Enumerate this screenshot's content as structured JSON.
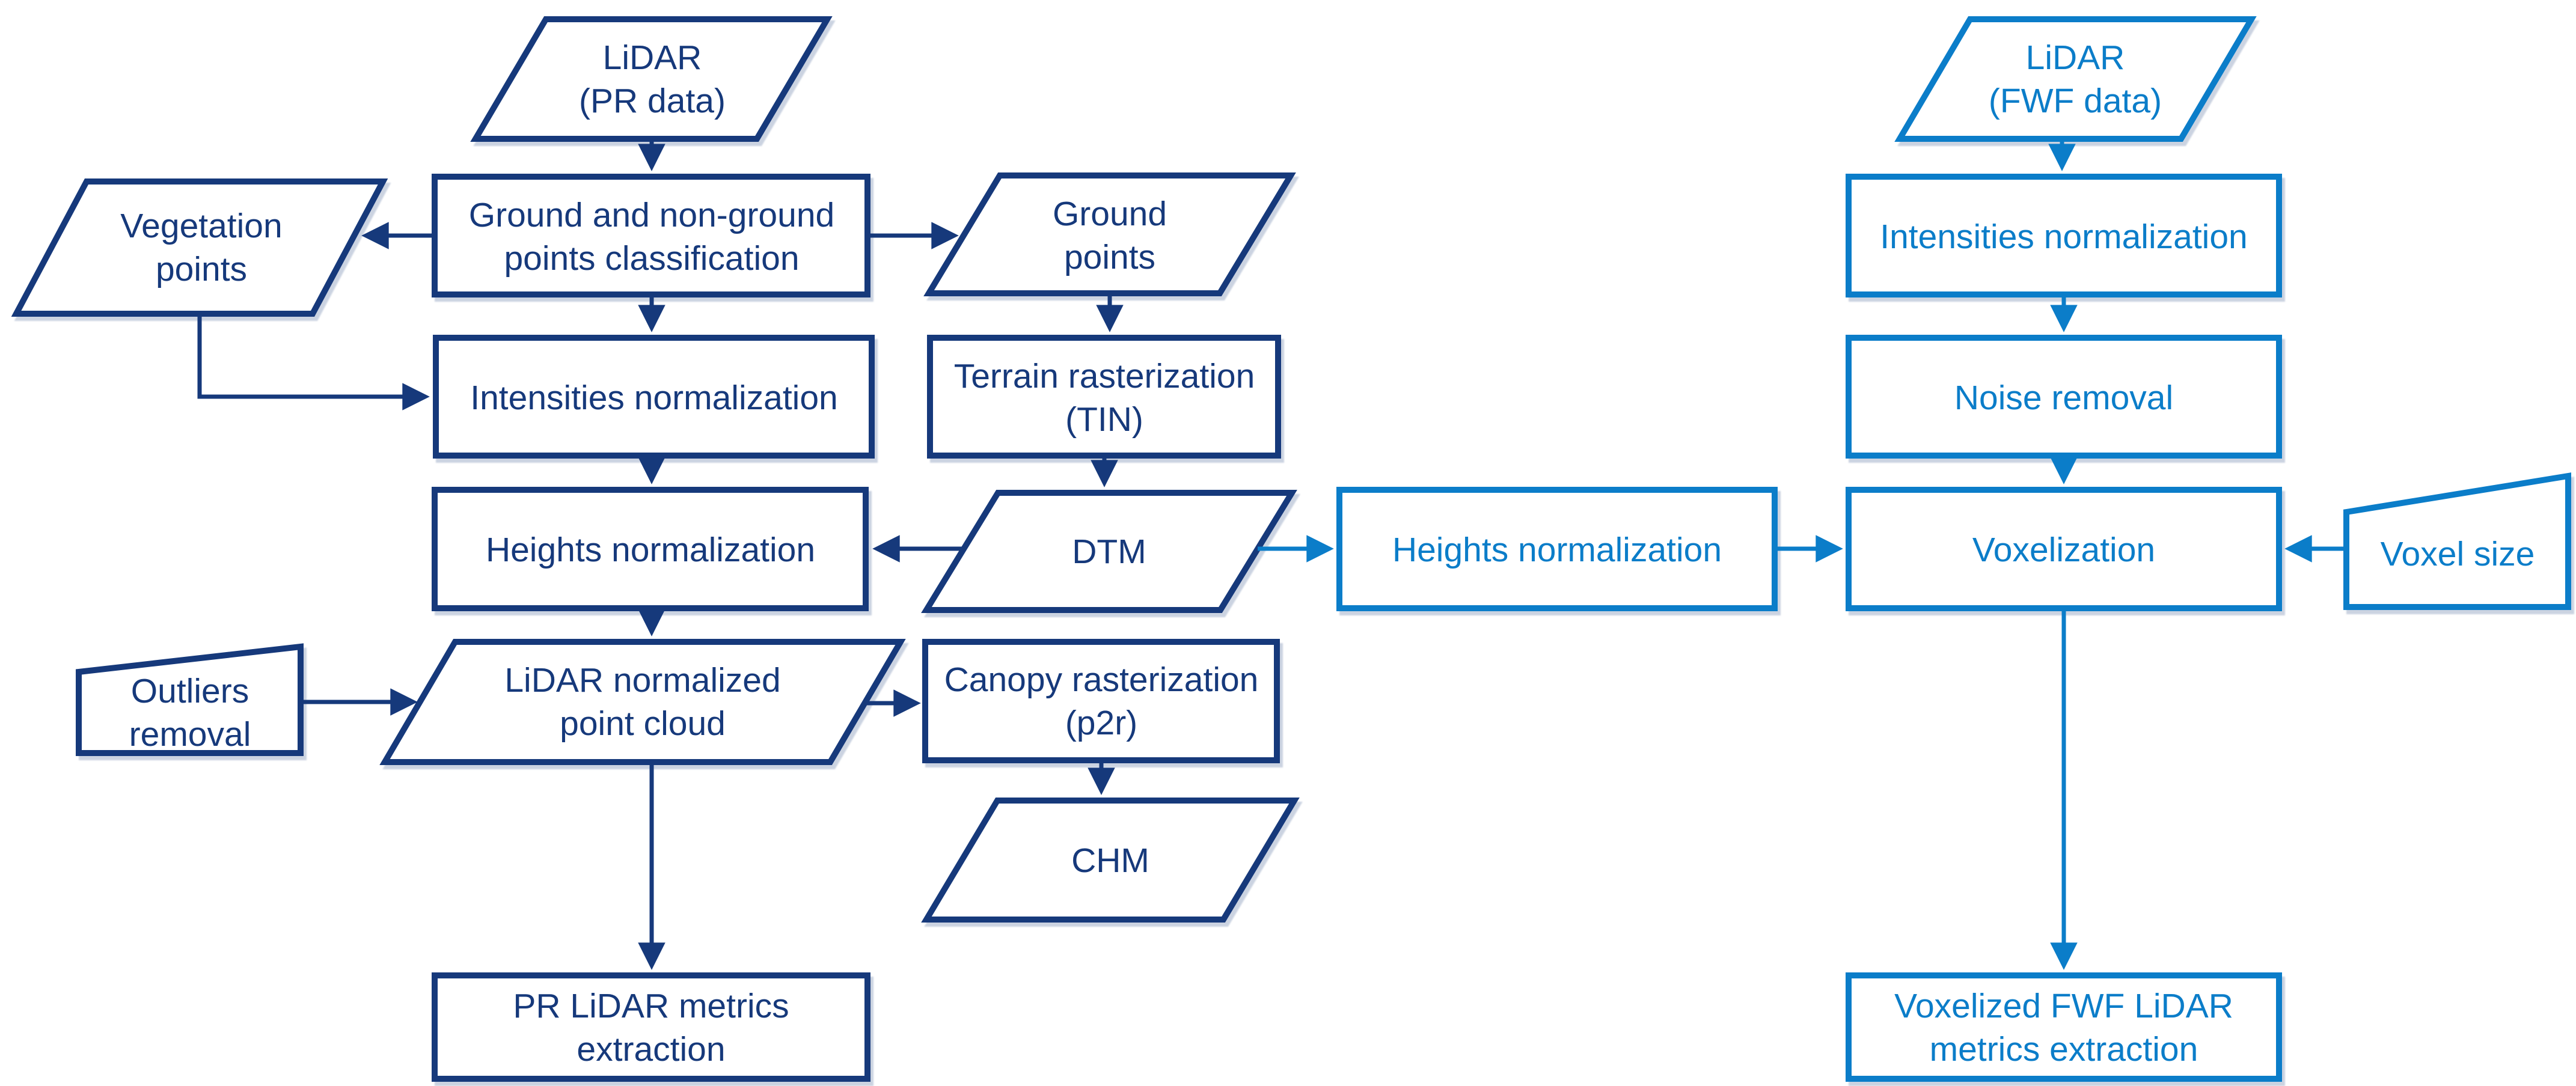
{
  "colors": {
    "navy": "#16397b",
    "blue": "#0b7dc9",
    "background": "#ffffff"
  },
  "pr": {
    "lidar_pr": {
      "line1": "LiDAR",
      "line2": "(PR data)"
    },
    "vegetation_points": {
      "line1": "Vegetation",
      "line2": "points"
    },
    "ground_nonground": {
      "line1": "Ground and non-ground",
      "line2": "points classification"
    },
    "ground_points": {
      "line1": "Ground",
      "line2": "points"
    },
    "intensities_norm": {
      "label": "Intensities normalization"
    },
    "terrain_raster": {
      "line1": "Terrain rasterization",
      "line2": "(TIN)"
    },
    "heights_norm": {
      "label": "Heights normalization"
    },
    "dtm": {
      "label": "DTM"
    },
    "outliers_removal": {
      "line1": "Outliers",
      "line2": "removal"
    },
    "lidar_norm_cloud": {
      "line1": "LiDAR normalized",
      "line2": "point cloud"
    },
    "canopy_raster": {
      "line1": "Canopy rasterization",
      "line2": "(p2r)"
    },
    "chm": {
      "label": "CHM"
    },
    "pr_metrics": {
      "line1": "PR LiDAR metrics",
      "line2": "extraction"
    }
  },
  "fwf": {
    "lidar_fwf": {
      "line1": "LiDAR",
      "line2": "(FWF data)"
    },
    "intensities_norm": {
      "label": "Intensities normalization"
    },
    "noise_removal": {
      "label": "Noise removal"
    },
    "heights_norm": {
      "label": "Heights normalization"
    },
    "voxelization": {
      "label": "Voxelization"
    },
    "voxel_size": {
      "label": "Voxel size"
    },
    "voxelized_metrics": {
      "line1": "Voxelized FWF LiDAR",
      "line2": "metrics extraction"
    }
  }
}
